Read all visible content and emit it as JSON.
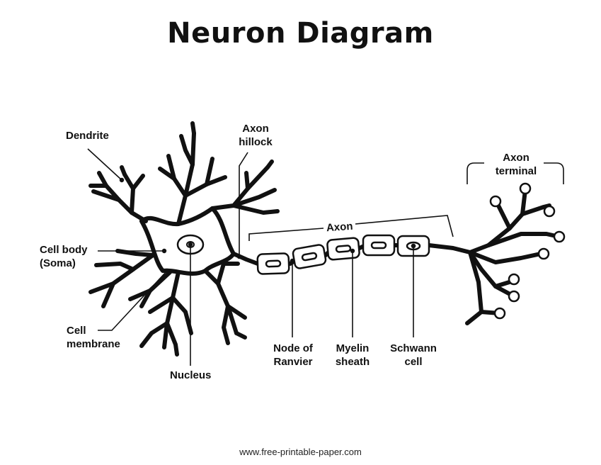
{
  "title": "Neuron Diagram",
  "labels": {
    "dendrite": "Dendrite",
    "axon_hillock": [
      "Axon",
      "hillock"
    ],
    "cell_body": [
      "Cell body",
      "(Soma)"
    ],
    "cell_membrane": [
      "Cell",
      "membrane"
    ],
    "nucleus": "Nucleus",
    "axon": "Axon",
    "axon_terminal": [
      "Axon",
      "terminal"
    ],
    "node_of_ranvier": [
      "Node of",
      "Ranvier"
    ],
    "myelin_sheath": [
      "Myelin",
      "sheath"
    ],
    "schwann_cell": [
      "Schwann",
      "cell"
    ]
  },
  "footer": "www.free-printable-paper.com"
}
